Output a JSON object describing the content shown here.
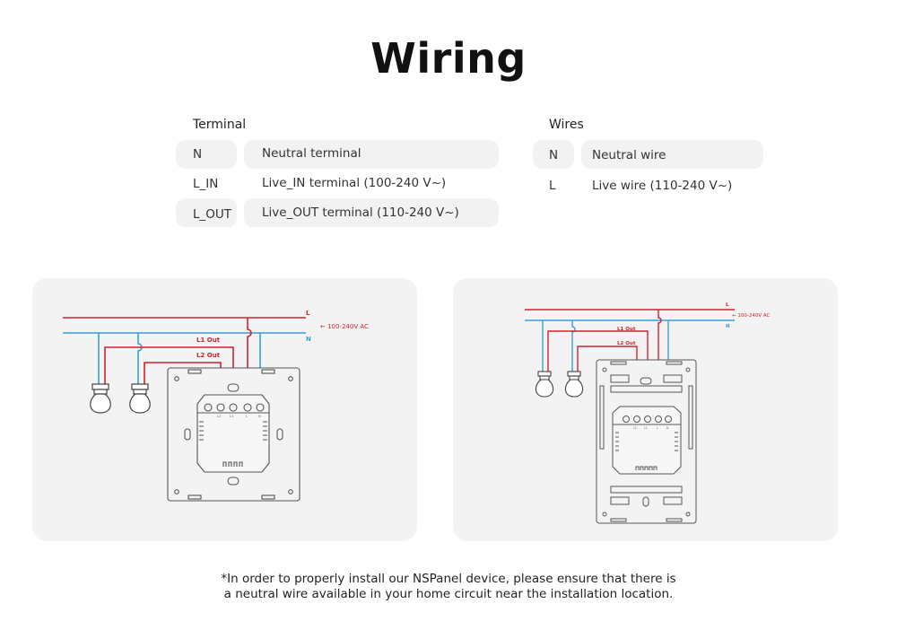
{
  "title": "Wiring",
  "terminal": {
    "heading": "Terminal",
    "rows": [
      {
        "code": "N",
        "desc": "Neutral terminal"
      },
      {
        "code": "L_IN",
        "desc": "Live_IN terminal (100-240 V~)"
      },
      {
        "code": "L_OUT",
        "desc": "Live_OUT  terminal (110-240 V~)"
      }
    ]
  },
  "wires": {
    "heading": "Wires",
    "rows": [
      {
        "code": "N",
        "desc": "Neutral wire"
      },
      {
        "code": "L",
        "desc": "Live wire (110-240 V~)"
      }
    ]
  },
  "diagrams": [
    {
      "line_label": "L",
      "neutral_label": "N",
      "supply_label": "← 100-240V AC",
      "out1_label": "L1 Out",
      "out2_label": "L2 Out",
      "terminal_labels": [
        "L2",
        "L1",
        "L",
        "N"
      ]
    },
    {
      "line_label": "L",
      "neutral_label": "N",
      "supply_label": "← 100-240V AC",
      "out1_label": "L1 Out",
      "out2_label": "L2 Out",
      "terminal_labels": [
        "L2",
        "L1",
        "L",
        "N"
      ]
    }
  ],
  "colors": {
    "live": "#d2232e",
    "neutral": "#3aa0d8",
    "device": "#555555",
    "panel": "#f3f3f3"
  },
  "note": {
    "line1": "*In order to properly install our NSPanel device, please ensure that there is",
    "line2": "a neutral wire available in your home circuit near the installation location."
  }
}
